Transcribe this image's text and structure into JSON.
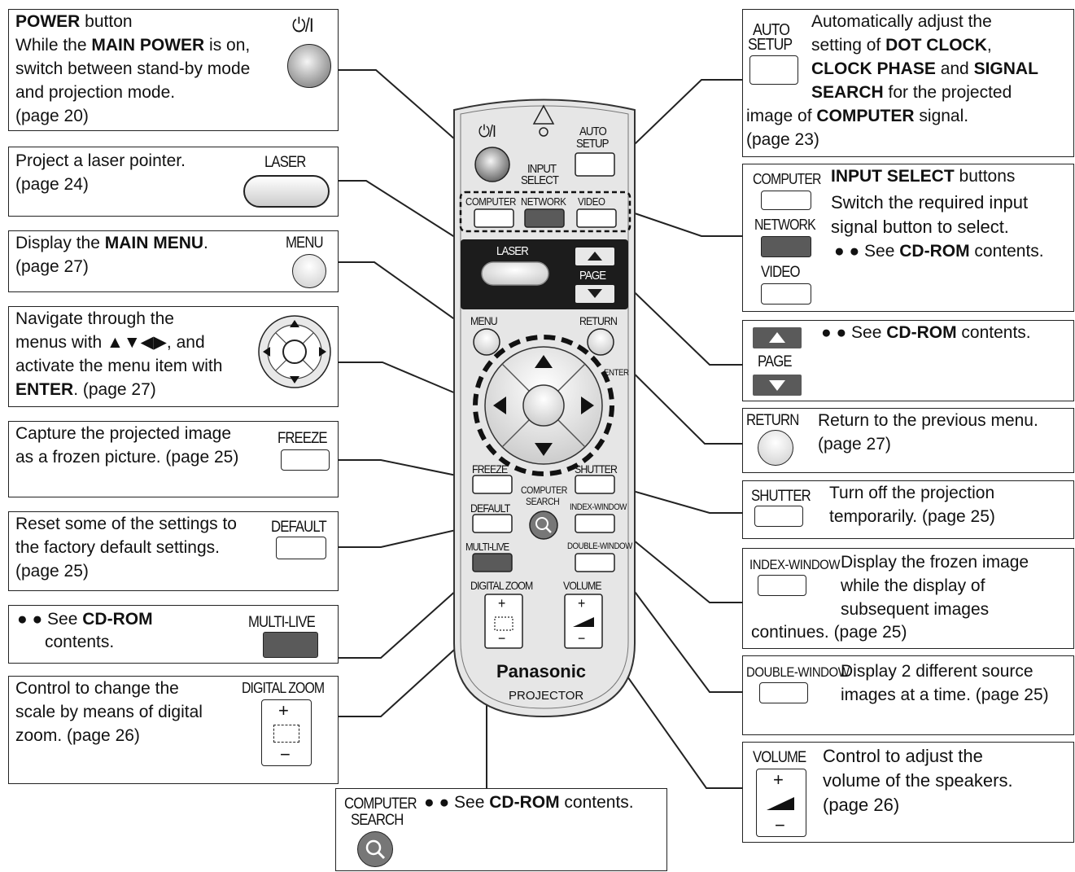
{
  "power": {
    "title": "POWER",
    "text1": " button",
    "line2a": "While the ",
    "line2b": "MAIN POWER",
    "line2c": " is on,",
    "line3": "switch between stand-by mode",
    "line4": "and projection mode.",
    "line5": "(page 20)",
    "icon_label": "⏻/I"
  },
  "laser": {
    "line1": "Project a laser pointer.",
    "line2": "(page 24)",
    "icon_label": "LASER"
  },
  "menu": {
    "line1a": "Display the ",
    "line1b": "MAIN MENU",
    "line1c": ".",
    "line2": "(page 27)",
    "icon_label": "MENU"
  },
  "navigate": {
    "line1": "Navigate through the",
    "line2": "menus with ▲▼◀▶, and",
    "line3": "activate the menu item with",
    "line4a": "ENTER",
    "line4b": ". (page 27)"
  },
  "freeze": {
    "line1": "Capture the projected image",
    "line2": "as a frozen picture. (page 25)",
    "icon_label": "FREEZE"
  },
  "default": {
    "line1": "Reset some of the settings to",
    "line2": "the factory default settings.",
    "line3": "(page 25)",
    "icon_label": "DEFAULT"
  },
  "multilive": {
    "line1a": "● ● See ",
    "line1b": "CD-ROM",
    "line2": "contents.",
    "icon_label": "MULTI-LIVE"
  },
  "digitalzoom": {
    "line1": "Control to change the",
    "line2": "scale by means of digital",
    "line3": "zoom. (page 26)",
    "icon_label": "DIGITAL ZOOM",
    "plus": "+",
    "minus": "−"
  },
  "computersearch": {
    "icon_label1": "COMPUTER",
    "icon_label2": "SEARCH",
    "line1a": "● ● See ",
    "line1b": "CD-ROM",
    "line1c": " contents."
  },
  "autosetup": {
    "icon_label1": "AUTO",
    "icon_label2": "SETUP",
    "line1": "Automatically adjust the",
    "line2a": "setting of ",
    "line2b": "DOT CLOCK",
    "line2c": ",",
    "line3a": "CLOCK PHASE",
    "line3b": " and ",
    "line3c": "SIGNAL",
    "line4a": "SEARCH",
    "line4b": " for the projected",
    "line5a": "image of ",
    "line5b": "COMPUTER",
    "line5c": " signal.",
    "line6": "(page 23)"
  },
  "inputselect": {
    "icon_computer": "COMPUTER",
    "icon_network": "NETWORK",
    "icon_video": "VIDEO",
    "line1a": "INPUT SELECT",
    "line1b": " buttons",
    "line2": "Switch the required input",
    "line3": "signal button to select.",
    "line4a": "● ● See ",
    "line4b": "CD-ROM",
    "line4c": " contents."
  },
  "page": {
    "icon_label": "PAGE",
    "line1a": "● ● See ",
    "line1b": "CD-ROM",
    "line1c": " contents."
  },
  "return": {
    "icon_label": "RETURN",
    "line1": "Return to the previous menu.",
    "line2": "(page 27)"
  },
  "shutter": {
    "icon_label": "SHUTTER",
    "line1": "Turn off the projection",
    "line2": "temporarily. (page 25)"
  },
  "indexwindow": {
    "icon_label": "INDEX-WINDOW",
    "line1": "Display the frozen image",
    "line2": "while the display of",
    "line3": "subsequent images",
    "line4": "continues. (page 25)"
  },
  "doublewindow": {
    "icon_label": "DOUBLE-WINDOW",
    "line1": "Display 2 different source",
    "line2": "images at a time. (page 25)"
  },
  "volume": {
    "icon_label": "VOLUME",
    "line1": "Control to adjust the",
    "line2": "volume of the speakers.",
    "line3": "(page 26)",
    "plus": "+",
    "minus": "−"
  },
  "remote": {
    "power_label": "⏻/I",
    "auto_label1": "AUTO",
    "auto_label2": "SETUP",
    "input_label1": "INPUT",
    "input_label2": "SELECT",
    "computer": "COMPUTER",
    "network": "NETWORK",
    "video": "VIDEO",
    "laser": "LASER",
    "page": "PAGE",
    "menu": "MENU",
    "return": "RETURN",
    "enter": "ENTER",
    "freeze": "FREEZE",
    "shutter": "SHUTTER",
    "csearch1": "COMPUTER",
    "csearch2": "SEARCH",
    "default": "DEFAULT",
    "index": "INDEX-WINDOW",
    "multilive": "MULTI-LIVE",
    "double": "DOUBLE-WINDOW",
    "dzoom": "DIGITAL ZOOM",
    "volume": "VOLUME",
    "plus": "+",
    "minus": "−",
    "brand": "Panasonic",
    "model": "PROJECTOR"
  }
}
